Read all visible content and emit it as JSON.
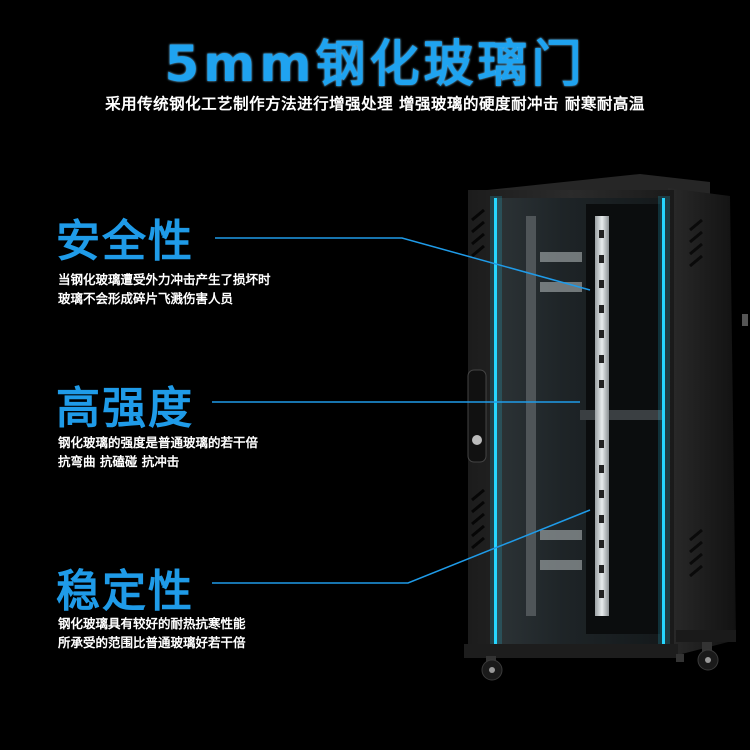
{
  "title": "5mm钢化玻璃门",
  "subtitle": "采用传统钢化工艺制作方法进行增强处理 增强玻璃的硬度耐冲击 耐寒耐高温",
  "features": [
    {
      "title": "安全性",
      "desc_lines": [
        "当钢化玻璃遭受外力冲击产生了损坏时",
        "玻璃不会形成碎片飞溅伤害人员"
      ]
    },
    {
      "title": "高强度",
      "desc_lines": [
        "钢化玻璃的强度是普通玻璃的若干倍",
        "抗弯曲 抗磕碰 抗冲击"
      ]
    },
    {
      "title": "稳定性",
      "desc_lines": [
        "钢化玻璃具有较好的耐热抗寒性能",
        "所承受的范围比普通玻璃好若干倍"
      ]
    }
  ],
  "colors": {
    "accent": "#1f9be8",
    "glow": "#27d6ff",
    "background": "#000000"
  },
  "icons": [
    "network-cabinet-image",
    "door-handle-icon",
    "caster-wheel-icon"
  ]
}
